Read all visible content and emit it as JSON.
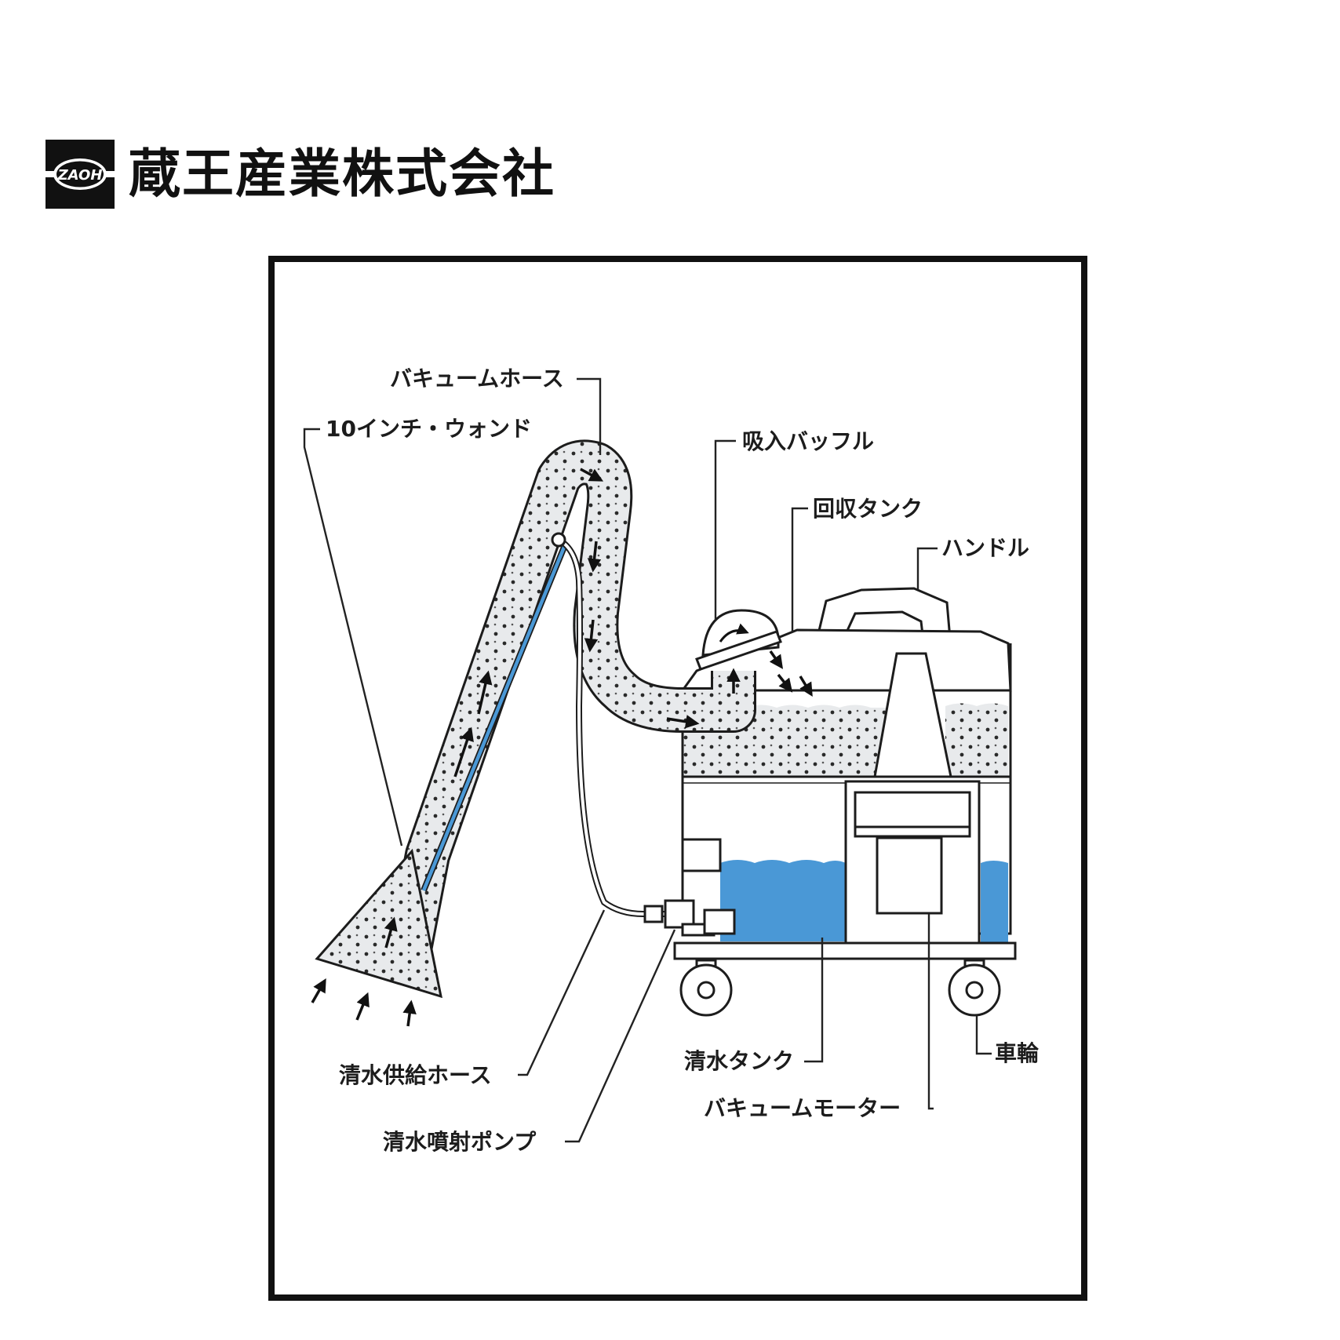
{
  "company": {
    "logo_text": "ZAOH",
    "name": "蔵王産業株式会社"
  },
  "labels": {
    "vacuum_hose": "バキュームホース",
    "wand": "10インチ・ウォンド",
    "intake_baffle": "吸入バッフル",
    "recovery_tank": "回収タンク",
    "handle": "ハンドル",
    "water_supply_hose": "清水供給ホース",
    "spray_pump": "清水噴射ポンプ",
    "clean_water_tank": "清水タンク",
    "vacuum_motor": "バキュームモーター",
    "wheels": "車輪"
  },
  "colors": {
    "water": "#4a98d6",
    "dirty_fill": "#e8eaec",
    "outline": "#1c1c1c",
    "frame": "#111111"
  }
}
